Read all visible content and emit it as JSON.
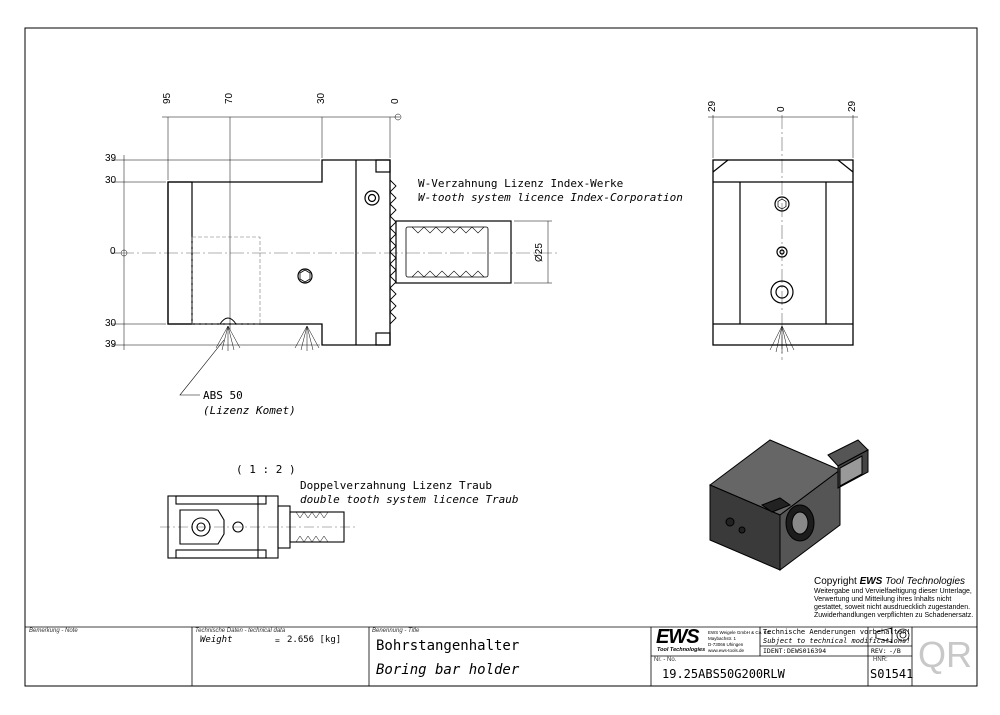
{
  "drawing": {
    "top_dims": [
      "95",
      "70",
      "30",
      "0"
    ],
    "left_dims": [
      "39",
      "30",
      "0",
      "30",
      "39"
    ],
    "right_top_dims": [
      "29",
      "0",
      "29"
    ],
    "diameter": "Ø25",
    "note_w_de": "W-Verzahnung Lizenz Index-Werke",
    "note_w_en": "W-tooth system licence Index-Corporation",
    "note_abs": "ABS 50",
    "note_abs_sub": "(Lizenz Komet)",
    "scale": "( 1 : 2 )",
    "note_double_de": "Doppelverzahnung Lizenz Traub",
    "note_double_en": "double tooth system licence Traub"
  },
  "copyright": {
    "title_prefix": "Copyright ",
    "title_brand": "EWS",
    "title_suffix": " Tool Technologies",
    "lines": [
      "Weitergabe und Vervielfaeltigung dieser Unterlage,",
      "Verwertung und Mitteilung ihres Inhalts nicht",
      "gestattet, soweit nicht ausdruecklich zugestanden.",
      "Zuwiderhandlungen verpflichten zu Schadenersatz."
    ]
  },
  "titleblock": {
    "note_label": "Bemerkung - Note",
    "tech_label": "Technische Daten - technical data",
    "weight_label": "Weight",
    "weight_eq": "=",
    "weight_value": "2.656 [kg]",
    "title_label": "Benennung - Title",
    "title_de": "Bohrstangenhalter",
    "title_en": "Boring bar holder",
    "logo": "EWS",
    "logo_sub": "Tool Technologies",
    "company_lines": [
      "EWS Weigele GmbH & Co. KG",
      "Maybachstr. 1",
      "D-73066 Uhingen",
      "www.ews-tools.de"
    ],
    "changes_de": "Technische Aenderungen vorbehalten!",
    "changes_en": "Subject to technical modifications!",
    "ident_label": "IDENT:",
    "ident_value": "DEWS016394",
    "rev_label": "REV:",
    "rev_value": "-/B",
    "nr_label": "Nr. - No.",
    "part_no": "19.25ABS50G200RLW",
    "hnr_label": "HNR:",
    "hnr_value": "S01541",
    "qr": "QR"
  }
}
